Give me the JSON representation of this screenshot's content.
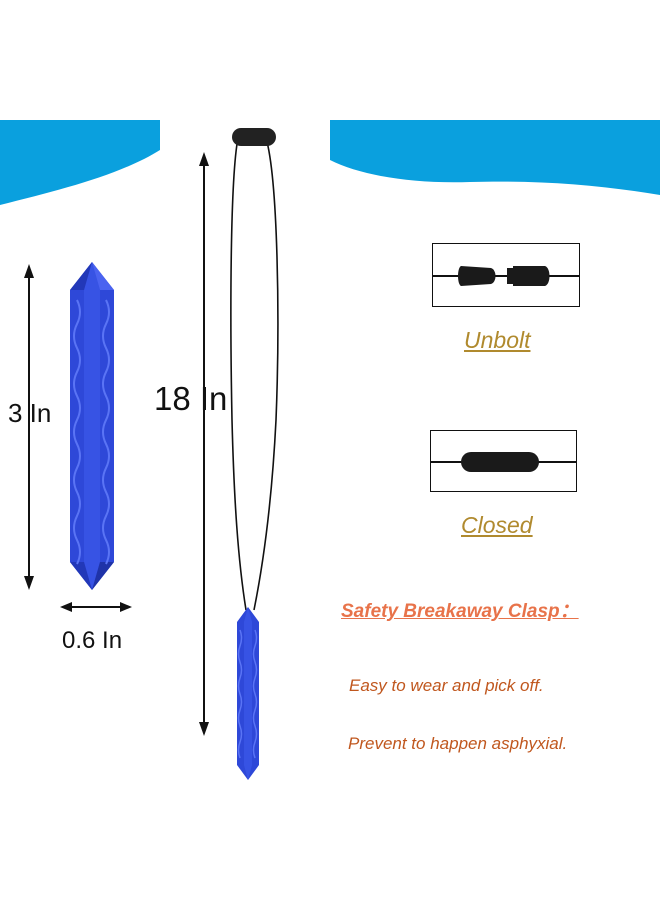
{
  "dimensions": {
    "length_label": "3 In",
    "width_label": "0.6 In",
    "cord_label": "18 In"
  },
  "clasp": {
    "unbolt_label": "Unbolt",
    "closed_label": "Closed"
  },
  "safety": {
    "title": "Safety Breakaway Clasp：",
    "point_1": "Easy to wear and pick off.",
    "point_2": "Prevent to happen asphyxial."
  },
  "colors": {
    "wave_blue": "#0aa0de",
    "pendant_blue": "#2e48d8",
    "label_gold": "#b08a2e",
    "safety_orange": "#e8734a",
    "note_orange": "#c0571e"
  }
}
